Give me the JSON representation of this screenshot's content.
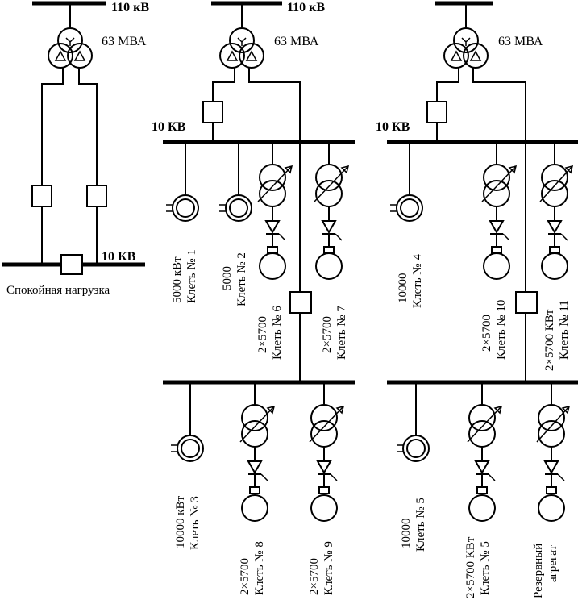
{
  "sections": {
    "left": {
      "hv_label": "110 кВ",
      "transformer_rating": "63 МВА",
      "bus_label": "10 КВ",
      "load_caption": "Спокойная нагрузка"
    },
    "middle": {
      "hv_label": "110 кВ",
      "transformer_rating": "63 МВА",
      "bus_label": "10 КВ",
      "upper_feeders": [
        {
          "line1": "5000 кВт",
          "line2": "Клеть № 1"
        },
        {
          "line1": "5000",
          "line2": "Клеть № 2"
        },
        {
          "line1": "2×5700",
          "line2": "Клеть № 6"
        },
        {
          "line1": "2×5700",
          "line2": "Клеть № 7"
        }
      ],
      "lower_feeders": [
        {
          "line1": "10000 кВт",
          "line2": "Клеть № 3"
        },
        {
          "line1": "2×5700",
          "line2": "Клеть № 8"
        },
        {
          "line1": "2×5700",
          "line2": "Клеть № 9"
        }
      ]
    },
    "right": {
      "hv_label": "",
      "transformer_rating": "63 МВА",
      "bus_label": "10 КВ",
      "upper_feeders": [
        {
          "line1": "10000",
          "line2": "Клеть № 4"
        },
        {
          "line1": "2×5700",
          "line2": "Клеть № 10"
        },
        {
          "line1": "2×5700 КВт",
          "line2": "Клеть № 11"
        }
      ],
      "lower_feeders": [
        {
          "line1": "10000",
          "line2": "Клеть № 5"
        },
        {
          "line1": "2×5700 КВт",
          "line2": "Клеть № 5"
        },
        {
          "line1": "Резервный",
          "line2": "агрегат"
        }
      ]
    }
  },
  "icons": {
    "transformer": "three-winding-transformer-icon",
    "breaker": "breaker-icon",
    "synchronous_motor": "synchronous-motor-icon",
    "regulating_transformer": "regulating-transformer-icon",
    "rectifier": "rectifier-diode-icon",
    "dc_motor": "dc-motor-icon"
  }
}
